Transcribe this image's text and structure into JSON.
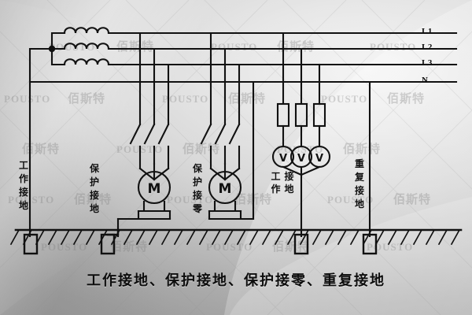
{
  "figure": {
    "caption": "工作接地、保护接地、保护接零、重复接地",
    "kind": "electrical-schematic"
  },
  "phase_labels": [
    {
      "name": "L1",
      "text": "L1"
    },
    {
      "name": "L2",
      "text": "L2"
    },
    {
      "name": "L3",
      "text": "L3"
    },
    {
      "name": "N",
      "text": "N"
    }
  ],
  "ground_labels": {
    "working_ground_left": "工作接地",
    "protective_ground": "保护接地",
    "protective_neutral": "保护接零",
    "working_ground_mid_col1": "工作",
    "working_ground_mid_col2": "接地",
    "repeated_ground": "重复接地"
  },
  "components": {
    "motor_symbol": "M",
    "voltmeter_symbol": "V",
    "motor_count": 2,
    "voltmeter_count": 3,
    "fuse_count": 3,
    "switch_poles": 3,
    "transformer_windings": 3,
    "ground_electrode_count": 4
  },
  "watermarks": {
    "latin": "POUSTO",
    "cjk": "佰斯特"
  },
  "colors": {
    "ink": "#101010",
    "bg_light": "#efefef",
    "bg_dark": "#9a9a9a",
    "watermark": "rgba(120,120,120,0.30)"
  }
}
